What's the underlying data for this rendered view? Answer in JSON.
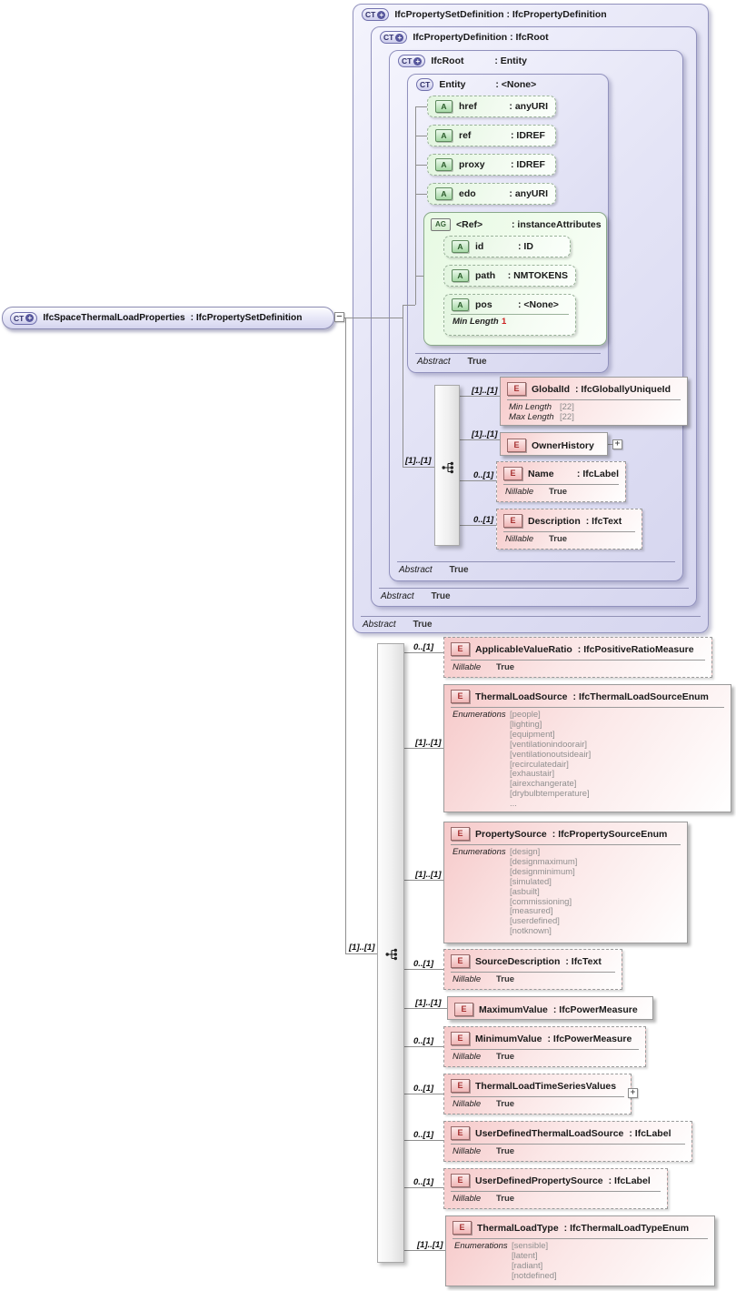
{
  "colors": {
    "container_fill": "#e4e4f6",
    "container_border": "#9191bd",
    "element_pink": "#f6c9c9",
    "attribute_green": "#e2f5df",
    "facet_red": "#cc2222",
    "connector_gray": "#8f8f8f"
  },
  "root": {
    "icon": "CT",
    "icon_plus": "+",
    "name": "IfcSpaceThermalLoadProperties",
    "type": ": IfcPropertySetDefinition",
    "collapse": "–"
  },
  "containers": {
    "property_set_definition": {
      "icon": "CT",
      "icon_plus": "+",
      "title": "IfcPropertySetDefinition : IfcPropertyDefinition",
      "abstract_label": "Abstract",
      "abstract_value": "True"
    },
    "property_definition": {
      "icon": "CT",
      "icon_plus": "+",
      "title": "IfcPropertyDefinition : IfcRoot",
      "abstract_label": "Abstract",
      "abstract_value": "True"
    },
    "ifc_root": {
      "icon": "CT",
      "icon_plus": "+",
      "name": "IfcRoot",
      "type": ": Entity",
      "abstract_label": "Abstract",
      "abstract_value": "True"
    },
    "entity": {
      "icon": "CT",
      "name": "Entity",
      "type": ": <None>",
      "abstract_label": "Abstract",
      "abstract_value": "True"
    }
  },
  "entity_attributes": [
    {
      "icon": "A",
      "name": "href",
      "type": ": anyURI"
    },
    {
      "icon": "A",
      "name": "ref",
      "type": ": IDREF"
    },
    {
      "icon": "A",
      "name": "proxy",
      "type": ": IDREF"
    },
    {
      "icon": "A",
      "name": "edo",
      "type": ": anyURI"
    }
  ],
  "ref_group": {
    "icon": "AG",
    "name": "<Ref>",
    "type": ": instanceAttributes",
    "attrs": [
      {
        "icon": "A",
        "name": "id",
        "type": ": ID"
      },
      {
        "icon": "A",
        "name": "path",
        "type": ": NMTOKENS"
      },
      {
        "icon": "A",
        "name": "pos",
        "type": ": <None>",
        "facet_label": "Min Length",
        "facet_value": "1"
      }
    ]
  },
  "root_sequence": {
    "cardinality": "[1]..[1]",
    "global_id": {
      "icon": "E",
      "cardinality": "[1]..[1]",
      "name": "GlobalId",
      "type": ": IfcGloballyUniqueId",
      "facets": [
        {
          "label": "Min Length",
          "value": "[22]"
        },
        {
          "label": "Max Length",
          "value": "[22]"
        }
      ]
    },
    "owner_history": {
      "icon": "E",
      "cardinality": "[1]..[1]",
      "name": "OwnerHistory",
      "expand": "+"
    },
    "name_el": {
      "icon": "E",
      "cardinality": "0..[1]",
      "name": "Name",
      "type": ": IfcLabel",
      "nillable_label": "Nillable",
      "nillable_value": "True"
    },
    "description": {
      "icon": "E",
      "cardinality": "0..[1]",
      "name": "Description",
      "type": ": IfcText",
      "nillable_label": "Nillable",
      "nillable_value": "True"
    }
  },
  "extension_sequence": {
    "cardinality": "[1]..[1]",
    "items": [
      {
        "icon": "E",
        "cardinality": "0..[1]",
        "name": "ApplicableValueRatio",
        "type": ": IfcPositiveRatioMeasure",
        "nillable_label": "Nillable",
        "nillable_value": "True"
      },
      {
        "icon": "E",
        "cardinality": "[1]..[1]",
        "name": "ThermalLoadSource",
        "type": ": IfcThermalLoadSourceEnum",
        "enum_label": "Enumerations",
        "enums": [
          "[people]",
          "[lighting]",
          "[equipment]",
          "[ventilationindoorair]",
          "[ventilationoutsideair]",
          "[recirculatedair]",
          "[exhaustair]",
          "[airexchangerate]",
          "[drybulbtemperature]",
          "..."
        ]
      },
      {
        "icon": "E",
        "cardinality": "[1]..[1]",
        "name": "PropertySource",
        "type": ": IfcPropertySourceEnum",
        "enum_label": "Enumerations",
        "enums": [
          "[design]",
          "[designmaximum]",
          "[designminimum]",
          "[simulated]",
          "[asbuilt]",
          "[commissioning]",
          "[measured]",
          "[userdefined]",
          "[notknown]"
        ]
      },
      {
        "icon": "E",
        "cardinality": "0..[1]",
        "name": "SourceDescription",
        "type": ": IfcText",
        "nillable_label": "Nillable",
        "nillable_value": "True"
      },
      {
        "icon": "E",
        "cardinality": "[1]..[1]",
        "name": "MaximumValue",
        "type": ": IfcPowerMeasure"
      },
      {
        "icon": "E",
        "cardinality": "0..[1]",
        "name": "MinimumValue",
        "type": ": IfcPowerMeasure",
        "nillable_label": "Nillable",
        "nillable_value": "True"
      },
      {
        "icon": "E",
        "cardinality": "0..[1]",
        "name": "ThermalLoadTimeSeriesValues",
        "nillable_label": "Nillable",
        "nillable_value": "True",
        "expand": "+"
      },
      {
        "icon": "E",
        "cardinality": "0..[1]",
        "name": "UserDefinedThermalLoadSource",
        "type": ": IfcLabel",
        "nillable_label": "Nillable",
        "nillable_value": "True"
      },
      {
        "icon": "E",
        "cardinality": "0..[1]",
        "name": "UserDefinedPropertySource",
        "type": ": IfcLabel",
        "nillable_label": "Nillable",
        "nillable_value": "True"
      },
      {
        "icon": "E",
        "cardinality": "[1]..[1]",
        "name": "ThermalLoadType",
        "type": ": IfcThermalLoadTypeEnum",
        "enum_label": "Enumerations",
        "enums": [
          "[sensible]",
          "[latent]",
          "[radiant]",
          "[notdefined]"
        ]
      }
    ]
  }
}
